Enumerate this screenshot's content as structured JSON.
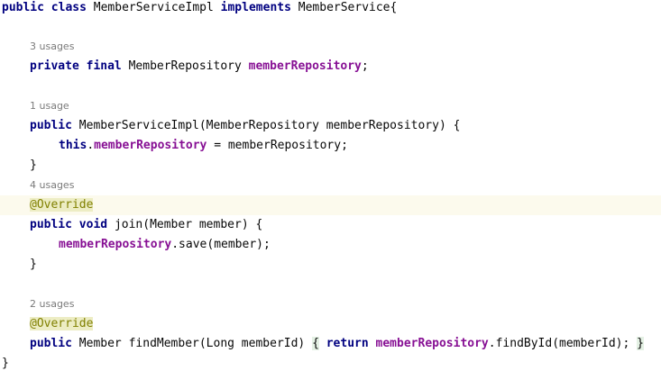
{
  "editor": {
    "class_decl": {
      "kw_public": "public",
      "kw_class": "class",
      "class_name": "MemberServiceImpl",
      "kw_implements": "implements",
      "interface_name": "MemberService{"
    },
    "field_block": {
      "usages": "3 usages",
      "kw_private": "private",
      "kw_final": "final",
      "type": "MemberRepository",
      "field": "memberRepository",
      "semicolon": ";"
    },
    "constructor": {
      "usages": "1 usage",
      "kw_public": "public",
      "signature": "MemberServiceImpl(MemberRepository memberRepository) {",
      "kw_this": "this",
      "dot": ".",
      "field": "memberRepository",
      "assign": " = memberRepository;",
      "close": "}"
    },
    "join_method": {
      "usages": "4 usages",
      "annotation": "@Override",
      "kw_public": "public",
      "kw_void": "void",
      "signature": "join(Member member) {",
      "field": "memberRepository",
      "call": ".save(member);",
      "close": "}"
    },
    "find_method": {
      "usages": "2 usages",
      "annotation": "@Override",
      "kw_public": "public",
      "signature": "Member findMember(Long memberId)",
      "open_brace": "{",
      "kw_return": "return",
      "field": "memberRepository",
      "call": ".findById(memberId);",
      "close_brace": "}"
    },
    "class_close": "}"
  }
}
